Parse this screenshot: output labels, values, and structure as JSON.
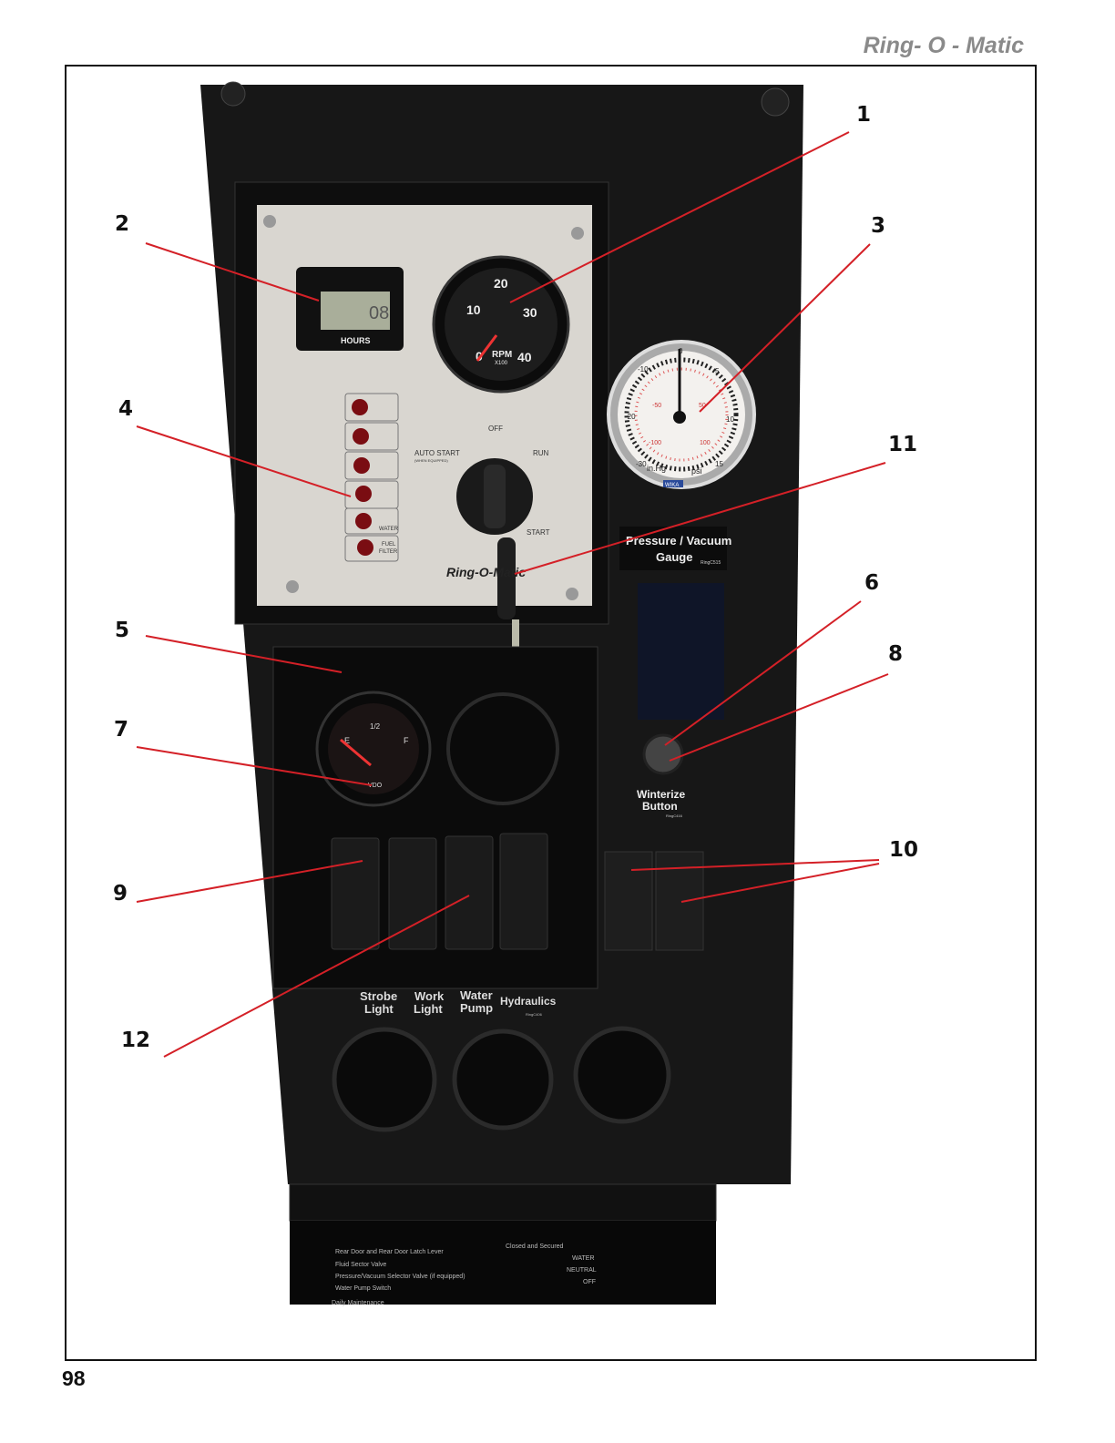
{
  "header": {
    "title": "Ring- O - Matic"
  },
  "page_number": "98",
  "callouts": [
    "1",
    "2",
    "3",
    "4",
    "5",
    "6",
    "7",
    "8",
    "9",
    "10",
    "11",
    "12"
  ],
  "photo": {
    "hour_meter": {
      "reading": "08",
      "label": "HOURS"
    },
    "tachometer": {
      "ticks": [
        "0",
        "10",
        "20",
        "30",
        "40"
      ],
      "label": "RPM",
      "unit": "X100"
    },
    "indicator_labels": {
      "water": "WATER",
      "fuel_filter_1": "FUEL",
      "fuel_filter_2": "FILTER"
    },
    "key_switch": {
      "off": "OFF",
      "auto_start": "AUTO START",
      "auto_start_note": "(WHEN EQUIPPED)",
      "run": "RUN",
      "start": "START"
    },
    "brand": "Ring-O-Matic",
    "pressure_gauge": {
      "left_ticks": [
        "0",
        "-10",
        "-20",
        "-30"
      ],
      "right_ticks": [
        "5",
        "10",
        "15"
      ],
      "inner_ticks": [
        "-50",
        "-100",
        "50",
        "100"
      ],
      "unit_left": "in.Hg",
      "unit_right": "psi",
      "maker": "WIKA"
    },
    "pressure_label": {
      "line1": "Pressure / Vacuum",
      "line2": "Gauge",
      "code": "RingC515"
    },
    "fuel_gauge": {
      "e": "E",
      "half": "1/2",
      "f": "F",
      "maker": "VDO"
    },
    "winterize_label": {
      "line1": "Winterize",
      "line2": "Button",
      "code": "RingC416"
    },
    "switch_labels": [
      {
        "line1": "Strobe",
        "line2": "Light"
      },
      {
        "line1": "Work",
        "line2": "Light"
      },
      {
        "line1": "Water",
        "line2": "Pump"
      },
      {
        "line1": "Hydraulics",
        "line2": ""
      }
    ],
    "switch_code": "RingC406",
    "sticker_lines": [
      {
        "item": "Rear Door and Rear Door Latch Lever",
        "value": "Closed and Secured"
      },
      {
        "item": "Fluid Sector Valve",
        "value": "WATER"
      },
      {
        "item": "Pressure/Vacuum Selector Valve (if equipped)",
        "value": "NEUTRAL"
      },
      {
        "item": "Water Pump Switch",
        "value": "OFF"
      }
    ],
    "sticker_footer": "Daily Maintenance"
  },
  "colors": {
    "callout_line": "#d42027",
    "header": "#8a8a8a",
    "cabinet": "#161616",
    "plate": "#d9d6d0"
  }
}
